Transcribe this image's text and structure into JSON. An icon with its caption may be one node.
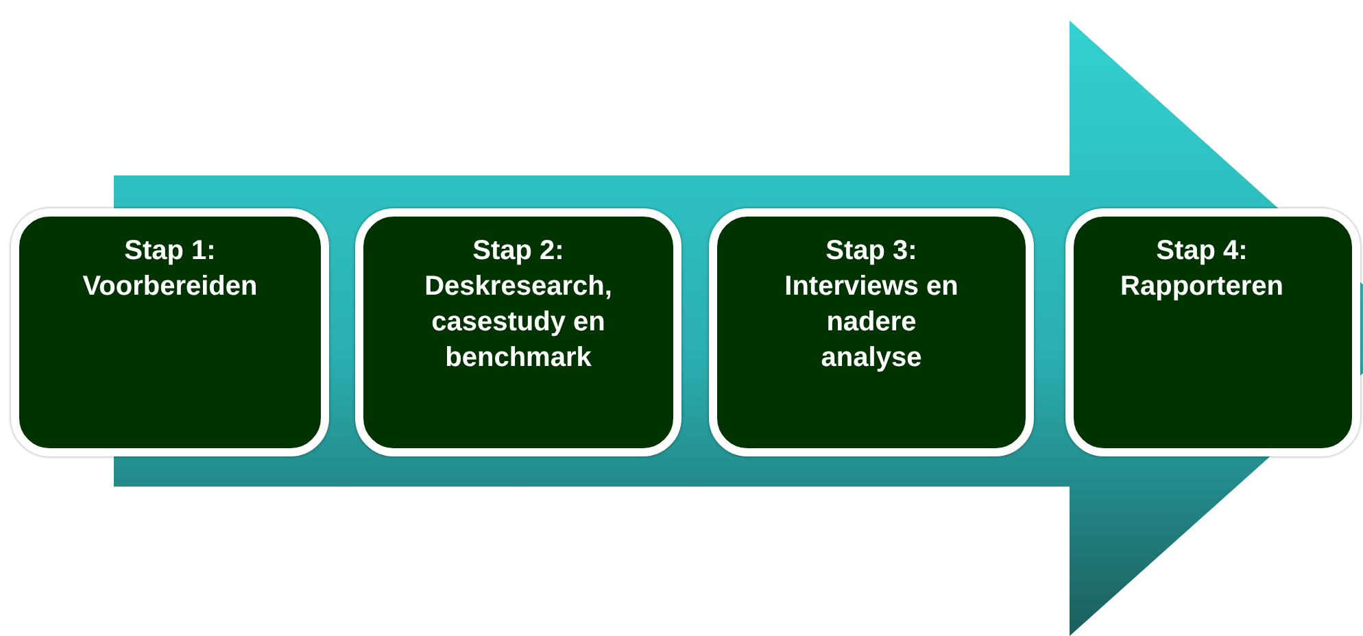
{
  "diagram": {
    "nodes": [
      {
        "text": [
          "Stap 1: Voorbereiden"
        ]
      },
      {
        "text": [
          "Stap 2: Deskresearch, casestudy en benchmark"
        ]
      },
      {
        "text": [
          "Stap 3: Interviews en nadere analyse"
        ]
      },
      {
        "text": [
          "Stap 4: Rapporteren"
        ]
      }
    ],
    "edges": [
      {
        "from": 0,
        "to": 3,
        "arrow": "to"
      }
    ]
  }
}
